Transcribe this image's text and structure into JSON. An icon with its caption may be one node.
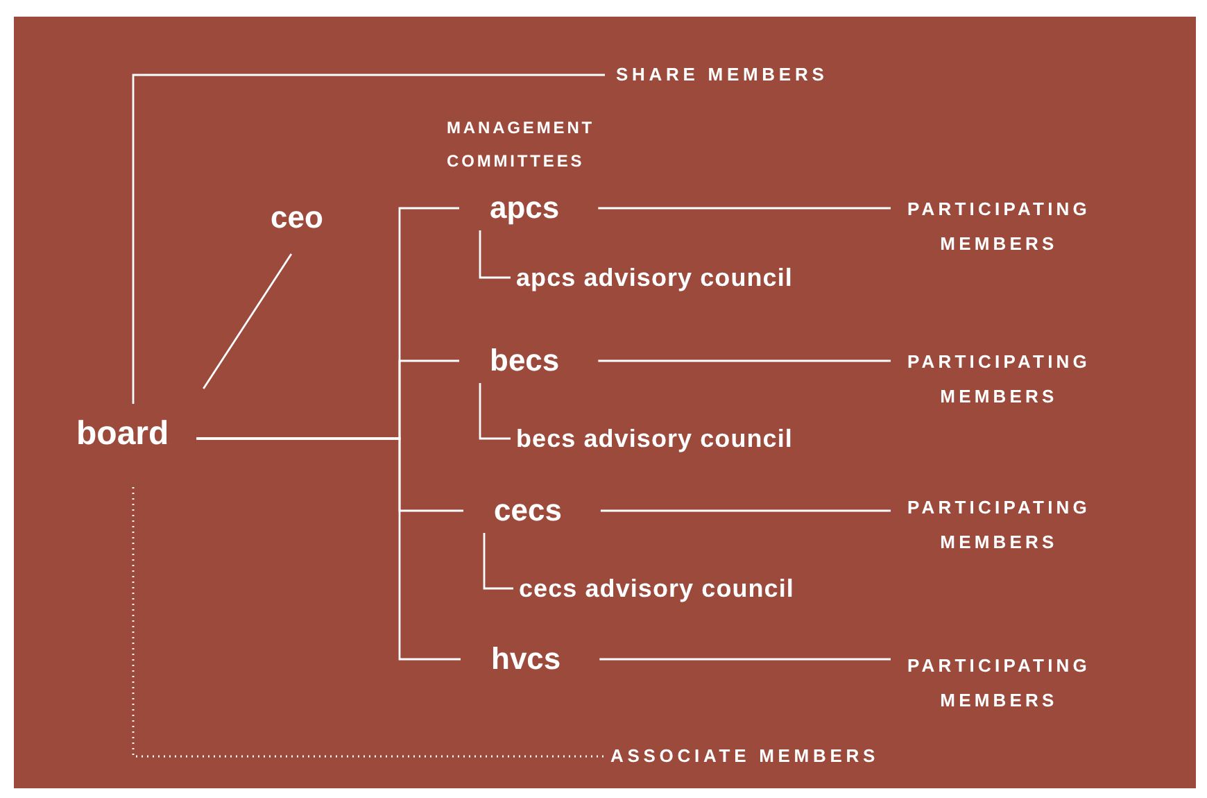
{
  "diagram": {
    "nodes": [
      {
        "text": [
          "SHARE MEMBERS"
        ]
      },
      {
        "text": [
          "ceo"
        ]
      },
      {
        "text": [
          "apcs"
        ]
      },
      {
        "text": [
          "PARTICIPATING MEMBERS"
        ]
      },
      {
        "text": [
          "apcs advisory council"
        ]
      },
      {
        "text": [
          "board"
        ]
      },
      {
        "text": [
          "becs"
        ]
      },
      {
        "text": [
          "PARTICIPATING MEMBERS"
        ]
      },
      {
        "text": [
          "becs advisory council"
        ]
      },
      {
        "text": [
          "cecs"
        ]
      },
      {
        "text": [
          "PARTICIPATING MEMBERS"
        ]
      },
      {
        "text": [
          "cecs advisory council"
        ]
      },
      {
        "text": [
          "hvcs"
        ]
      },
      {
        "text": [
          "PARTICIPATING MEMBERS"
        ]
      },
      {
        "text": [
          "ASSOCIATE MEMBERS"
        ]
      }
    ],
    "edges": [
      {
        "from": 5,
        "to": 0,
        "arrow": "none"
      },
      {
        "from": 5,
        "to": 1,
        "arrow": "none"
      },
      {
        "from": 5,
        "to": 2,
        "arrow": "none"
      },
      {
        "from": 5,
        "to": 6,
        "arrow": "none"
      },
      {
        "from": 5,
        "to": 9,
        "arrow": "none"
      },
      {
        "from": 5,
        "to": 12,
        "arrow": "none"
      },
      {
        "from": 2,
        "to": 3,
        "arrow": "none"
      },
      {
        "from": 2,
        "to": 4,
        "arrow": "none"
      },
      {
        "from": 6,
        "to": 7,
        "arrow": "none"
      },
      {
        "from": 6,
        "to": 8,
        "arrow": "none"
      },
      {
        "from": 9,
        "to": 10,
        "arrow": "none"
      },
      {
        "from": 9,
        "to": 11,
        "arrow": "none"
      },
      {
        "from": 12,
        "to": 13,
        "arrow": "none"
      },
      {
        "from": 5,
        "to": 14,
        "arrow": "none",
        "style": "dashed"
      }
    ],
    "labels": [
      "MANAGEMENT COMMITTEES"
    ]
  }
}
